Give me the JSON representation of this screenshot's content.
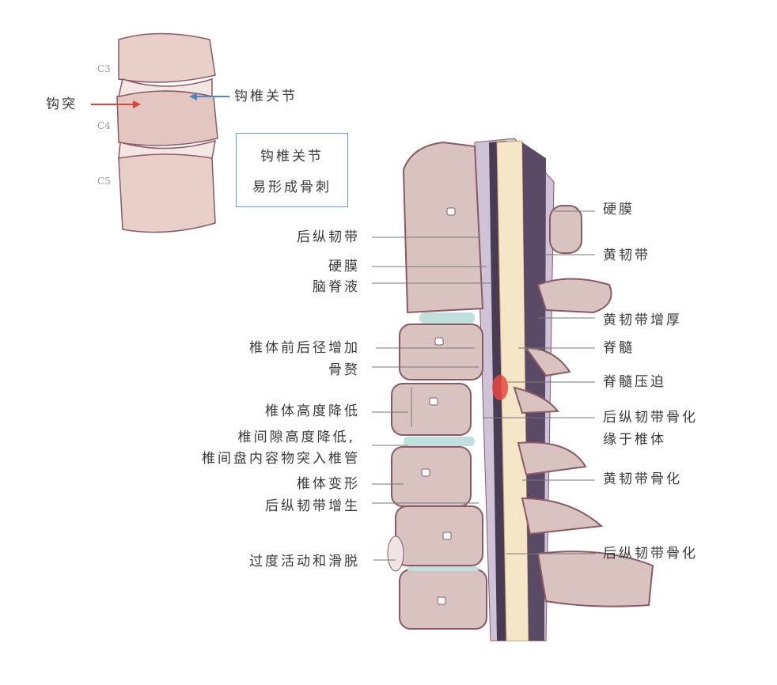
{
  "inset": {
    "levels": [
      "C3",
      "C4",
      "C5"
    ],
    "uncinate_label": "钩突",
    "joint_label": "钩椎关节",
    "note_lines": [
      "钩椎关节",
      "易形成骨刺"
    ],
    "colors": {
      "red_arrow": "#e0413a",
      "blue_arrow": "#4f86c6",
      "box_border": "#6a9cc0"
    }
  },
  "left_labels": [
    "后纵韧带",
    "硬膜",
    "脑脊液",
    "椎体前后径增加",
    "骨赘",
    "椎体高度降低",
    "椎间隙高度降低,",
    "椎间盘内容物突入椎管",
    "椎体变形",
    "后纵韧带增生",
    "过度活动和滑脱"
  ],
  "right_labels": [
    "硬膜",
    "黄韧带",
    "黄韧带增厚",
    "脊髓",
    "脊髓压迫",
    "后纵韧带骨化",
    "缘于椎体",
    "黄韧带骨化",
    "后纵韧带骨化"
  ],
  "colors": {
    "bone": "#d9c3c0",
    "bone_outline": "#8a5a66",
    "disc": "#bfe0dc",
    "cord": "#f5e6c8",
    "dura": "#4a3b55",
    "compression": "#e8473f"
  }
}
